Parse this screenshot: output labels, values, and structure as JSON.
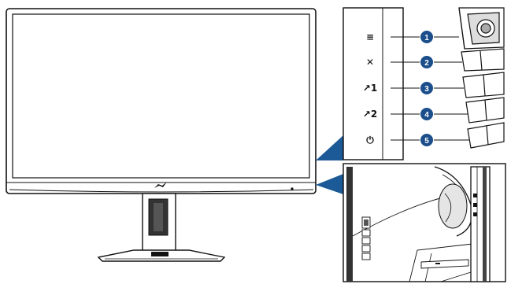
{
  "controls": [
    {
      "number": "1",
      "symbol": "≡",
      "icon": "menu-icon"
    },
    {
      "number": "2",
      "symbol": "✕",
      "icon": "close-icon"
    },
    {
      "number": "3",
      "symbol": "↗1",
      "icon": "gameplus-shortcut-1-icon"
    },
    {
      "number": "4",
      "symbol": "↗2",
      "icon": "shortcut-2-icon"
    },
    {
      "number": "5",
      "symbol": "⏻",
      "icon": "power-icon"
    }
  ],
  "colors": {
    "callout_badge": "#1b4e8a",
    "callout_arrow": "#1b5a96",
    "outline": "#111111"
  }
}
